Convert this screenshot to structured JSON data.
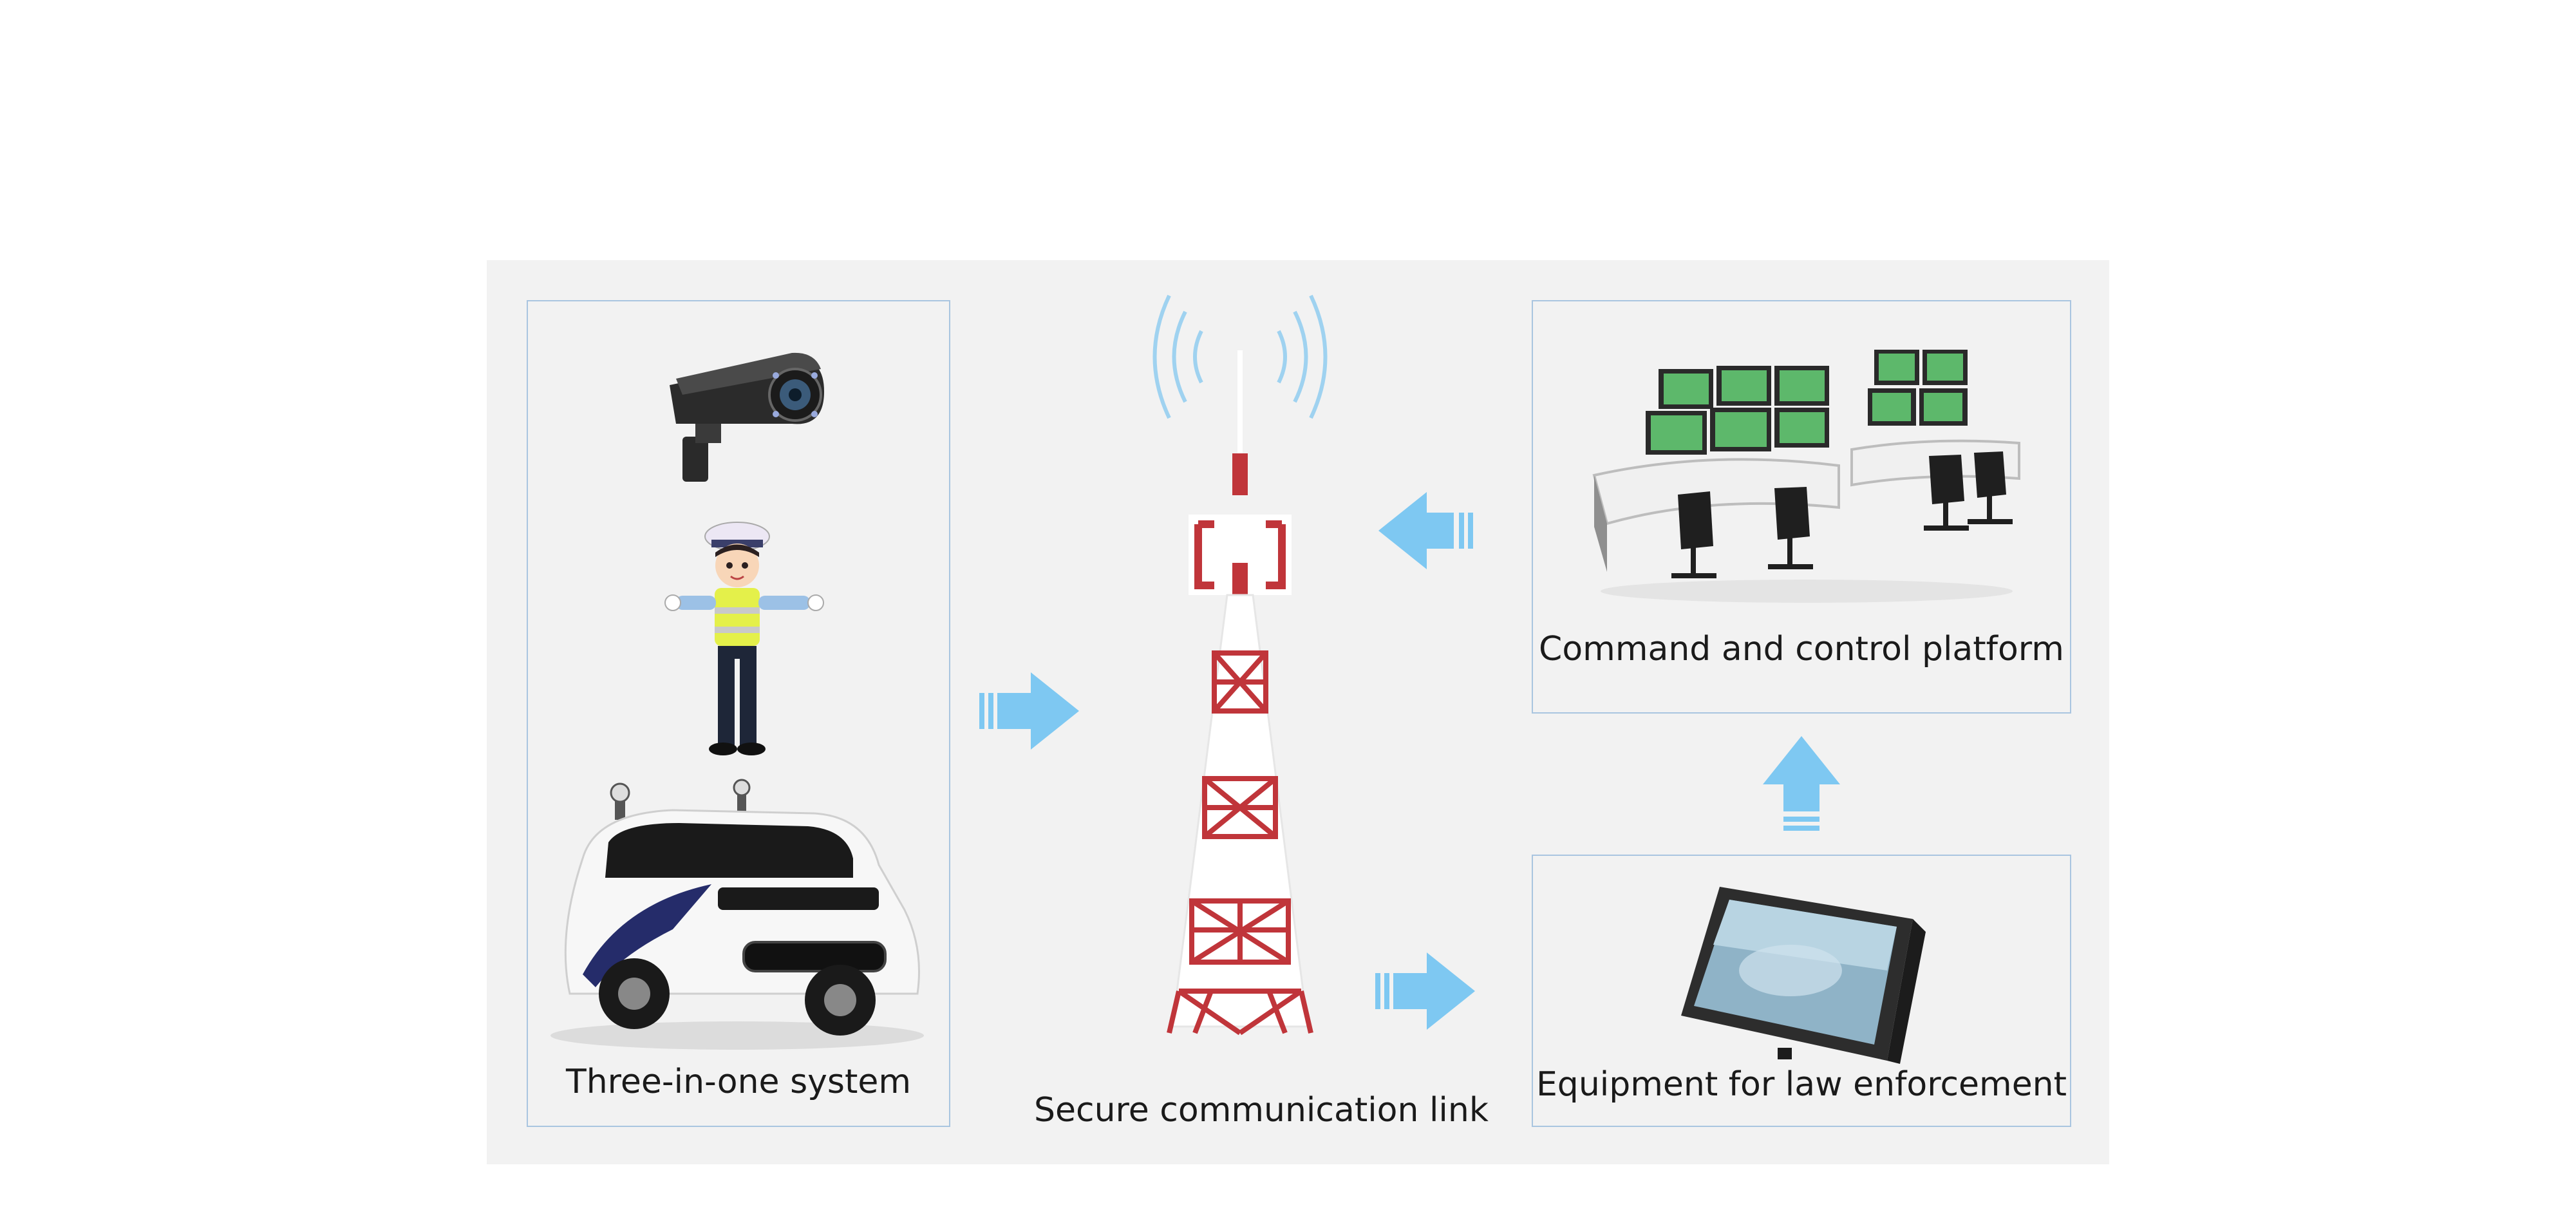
{
  "nodes": {
    "left": {
      "label": "Three-in-one system"
    },
    "center": {
      "label": "Secure communication link"
    },
    "top_right": {
      "label": "Command and control platform"
    },
    "bottom_right": {
      "label": "Equipment for law enforcement"
    }
  },
  "colors": {
    "panel_bg": "#f2f2f2",
    "box_border": "#a9c5e0",
    "arrow": "#7ec8f2",
    "tower_red": "#c0353a",
    "tower_white": "#ffffff",
    "signal": "#9fd2f0"
  },
  "icons": {
    "camera": "security-camera-icon",
    "officer": "traffic-police-officer-icon",
    "vehicle": "patrol-robot-car-icon",
    "tower": "communication-tower-icon",
    "control_room": "control-room-workstation-icon",
    "tablet": "tablet-device-icon"
  }
}
